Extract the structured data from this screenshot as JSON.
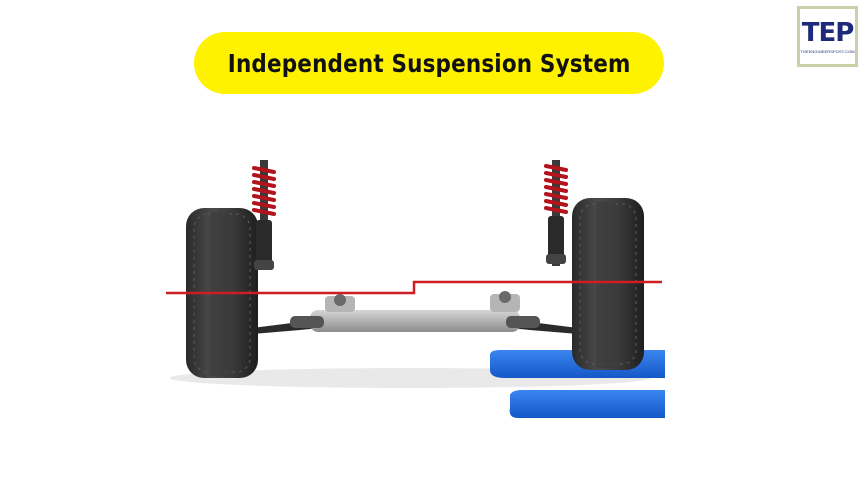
{
  "title": "Independent Suspension System",
  "logo": {
    "main": "TEP",
    "sub": "THEENGINEERSPOST.COM"
  },
  "colors": {
    "title_background": "#fff200",
    "reference_line": "#cc1f24",
    "ramp": "#1f6fe0",
    "spring": "#b3131b",
    "logo_text": "#1d2b7a"
  },
  "icons": [
    "tire-icon",
    "coil-spring-icon",
    "shock-absorber-icon",
    "axle-icon",
    "ramp-icon"
  ]
}
